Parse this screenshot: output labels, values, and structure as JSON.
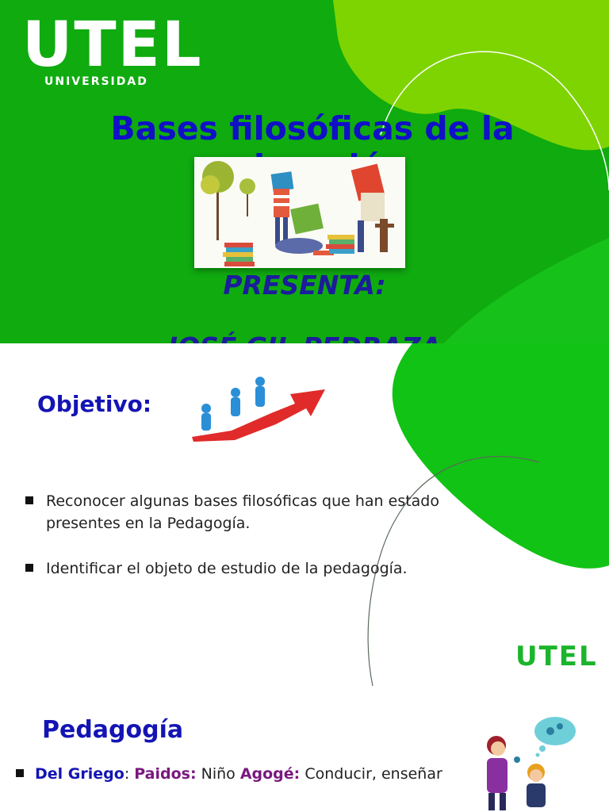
{
  "slide1": {
    "logo": "UTEL",
    "logo_sub": "UNIVERSIDAD",
    "title": "Bases filosóficas de la educación",
    "presenta": "PRESENTA:",
    "name": "JOSÉ GIL PEDRAZA",
    "colors": {
      "background": "#0fab0f",
      "lime": "#7ed400",
      "title": "#1010c8"
    }
  },
  "slide2": {
    "heading": "Objetivo:",
    "bullets": [
      "Reconocer algunas bases filosóficas que han estado presentes en la Pedagogía.",
      "Identificar el objeto de estudio de la pedagogía."
    ],
    "logo": "UTEL"
  },
  "slide3": {
    "heading": "Pedagogía",
    "line": {
      "t1": "Del Griego",
      "t2": ":",
      "t3": "Paidos:",
      "t4": " Niño  ",
      "t5": "Agogé:",
      "t6": " Conducir, enseñar"
    }
  }
}
